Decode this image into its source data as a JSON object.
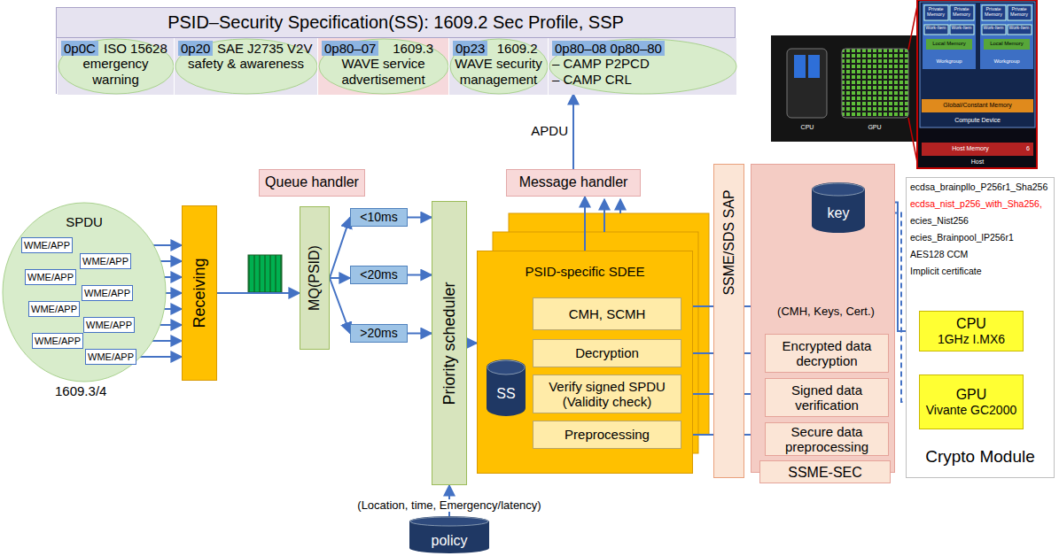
{
  "diagram": {
    "nodes": [
      {
        "text": [
          "PSID–Security Specification(SS): 1609.2 Sec Profile, SSP"
        ]
      },
      {
        "text": [
          "0p0C",
          "ISO 15628 emergency warning"
        ],
        "in": 0
      },
      {
        "text": [
          "0p20",
          "SAE J2735 V2V safety & awareness"
        ],
        "in": 0
      },
      {
        "text": [
          "0p80–07",
          "1609.3 WAVE service advertisement"
        ],
        "in": 0
      },
      {
        "text": [
          "0p23",
          "1609.2 WAVE security management"
        ],
        "in": 0
      },
      {
        "text": [
          "0p80–08 0p80–80",
          "– CAMP P2PCD",
          "– CAMP CRL"
        ],
        "in": 0
      },
      {
        "text": [
          "SPDU"
        ]
      },
      {
        "text": [
          "WME/APP"
        ],
        "in": 6
      },
      {
        "text": [
          "WME/APP"
        ],
        "in": 6
      },
      {
        "text": [
          "WME/APP"
        ],
        "in": 6
      },
      {
        "text": [
          "WME/APP"
        ],
        "in": 6
      },
      {
        "text": [
          "WME/APP"
        ],
        "in": 6
      },
      {
        "text": [
          "WME/APP"
        ],
        "in": 6
      },
      {
        "text": [
          "WME/APP"
        ],
        "in": 6
      },
      {
        "text": [
          "WME/APP"
        ],
        "in": 6
      },
      {
        "text": [
          "Receiving"
        ]
      },
      {
        "text": [
          "Queue handler"
        ]
      },
      {
        "text": [
          "MQ(PSID)"
        ]
      },
      {
        "text": [
          "<10ms"
        ]
      },
      {
        "text": [
          "<20ms"
        ]
      },
      {
        "text": [
          ">20ms"
        ]
      },
      {
        "text": [
          "Priority scheduler"
        ]
      },
      {
        "text": [
          "policy"
        ]
      },
      {
        "text": [
          "Message handler"
        ]
      },
      {
        "text": [
          "PSID-specific SDEE"
        ]
      },
      {
        "text": [
          "SS"
        ],
        "in": 24
      },
      {
        "text": [
          "CMH, SCMH"
        ],
        "in": 24
      },
      {
        "text": [
          "Decryption"
        ],
        "in": 24
      },
      {
        "text": [
          "Verify signed SPDU (Validity check)"
        ],
        "in": 24
      },
      {
        "text": [
          "Preprocessing"
        ],
        "in": 24
      },
      {
        "text": [
          "SSME/SDS SAP"
        ]
      },
      {
        "text": [
          "SSME-SEC"
        ]
      },
      {
        "text": [
          "key"
        ],
        "in": 31
      },
      {
        "text": [
          "Encrypted data decryption"
        ],
        "in": 31
      },
      {
        "text": [
          "Signed data verification"
        ],
        "in": 31
      },
      {
        "text": [
          "Secure data preprocessing"
        ],
        "in": 31
      },
      {
        "text": [
          "Crypto Module"
        ]
      },
      {
        "text": [
          "CPU",
          "1GHz I.MX6"
        ],
        "in": 36
      },
      {
        "text": [
          "GPU",
          "Vivante GC2000"
        ],
        "in": 36
      }
    ],
    "edges": [
      {
        "from": 7,
        "to": 15,
        "arrow": "to"
      },
      {
        "from": 8,
        "to": 15,
        "arrow": "to"
      },
      {
        "from": 9,
        "to": 15,
        "arrow": "to"
      },
      {
        "from": 10,
        "to": 15,
        "arrow": "to"
      },
      {
        "from": 11,
        "to": 15,
        "arrow": "to"
      },
      {
        "from": 12,
        "to": 15,
        "arrow": "to"
      },
      {
        "from": 13,
        "to": 15,
        "arrow": "to"
      },
      {
        "from": 14,
        "to": 15,
        "arrow": "to"
      },
      {
        "from": 15,
        "to": 17,
        "arrow": "to"
      },
      {
        "from": 17,
        "to": 18,
        "arrow": "to"
      },
      {
        "from": 17,
        "to": 19,
        "arrow": "to"
      },
      {
        "from": 17,
        "to": 20,
        "arrow": "to"
      },
      {
        "from": 18,
        "to": 21,
        "arrow": "to"
      },
      {
        "from": 19,
        "to": 21,
        "arrow": "to"
      },
      {
        "from": 20,
        "to": 21,
        "arrow": "to"
      },
      {
        "from": 22,
        "to": 21,
        "arrow": "to"
      },
      {
        "from": 21,
        "to": 24,
        "arrow": "to"
      },
      {
        "from": 24,
        "to": 23,
        "arrow": "to"
      },
      {
        "from": 23,
        "to": 0,
        "label": "APDU",
        "arrow": "to"
      },
      {
        "from": 26,
        "to": 32,
        "arrow": "to"
      },
      {
        "from": 27,
        "to": 33,
        "arrow": "both"
      },
      {
        "from": 28,
        "to": 34,
        "arrow": "both"
      },
      {
        "from": 29,
        "to": 35,
        "arrow": "both"
      },
      {
        "from": 32,
        "to": 37,
        "arrow": "to"
      },
      {
        "from": 32,
        "to": 38,
        "arrow": "to"
      }
    ],
    "labels": [
      "1609.3/4",
      "(Location, time, Emergency/latency)",
      "(CMH, Keys, Cert.)",
      "ecdsa_brainpllo_P256r1_Sha256",
      "ecdsa_nist_p256_with_Sha256,",
      "ecies_Nist256",
      "ecies_Brainpool_lP256r1",
      "AES128 CCM",
      "Implicit certificate",
      "CPU",
      "GPU",
      "Private Memory",
      "Private Memory",
      "Private Memory",
      "Private Memory",
      "Work-Item",
      "Work-Item",
      "Work-Item",
      "Work-Item",
      "Local Memory",
      "Local Memory",
      "Workgroup",
      "Workgroup",
      "Global/Constant Memory",
      "Compute Device",
      "Host Memory",
      "6",
      "Host"
    ]
  }
}
